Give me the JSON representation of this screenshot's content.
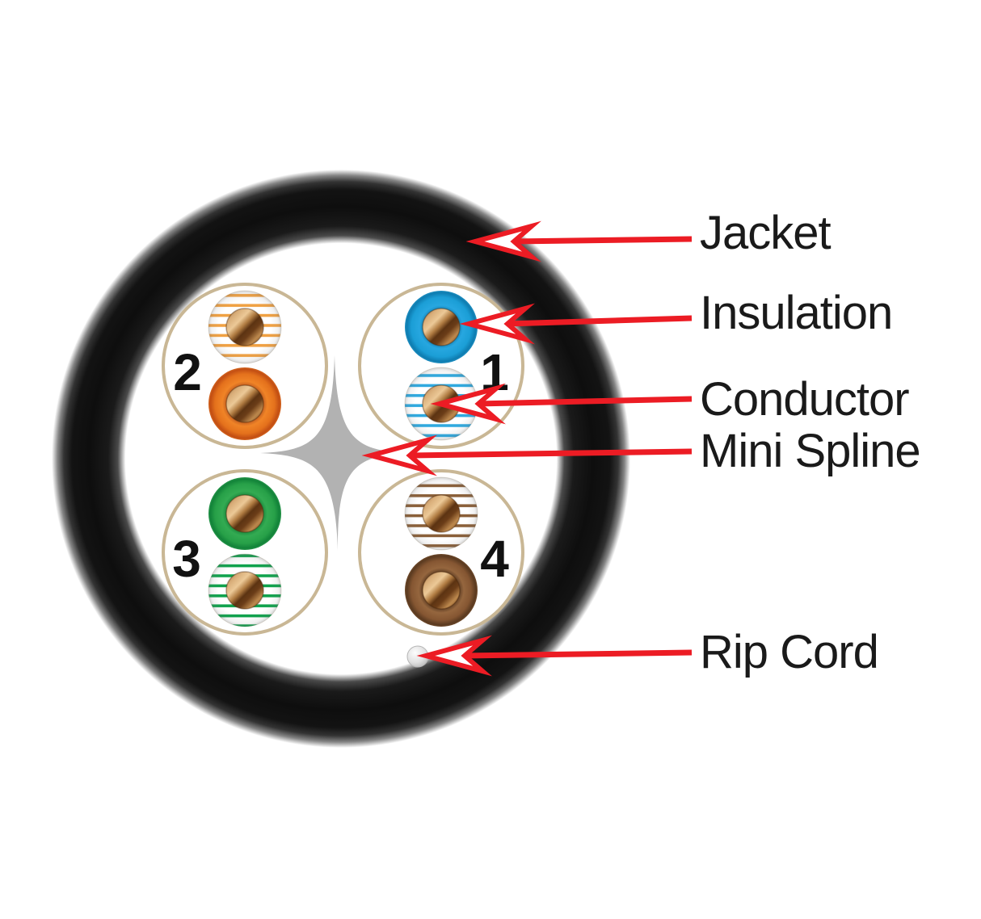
{
  "labels": {
    "jacket": "Jacket",
    "insulation": "Insulation",
    "conductor": "Conductor",
    "mini_spline": "Mini Spline",
    "rip_cord": "Rip Cord"
  },
  "pairs": [
    {
      "number": "1",
      "solid_wire": "blue",
      "striped_wire": "white-blue",
      "position": "top-right"
    },
    {
      "number": "2",
      "solid_wire": "orange",
      "striped_wire": "white-orange",
      "position": "top-left"
    },
    {
      "number": "3",
      "solid_wire": "green",
      "striped_wire": "white-green",
      "position": "bottom-left"
    },
    {
      "number": "4",
      "solid_wire": "brown",
      "striped_wire": "white-brown",
      "position": "bottom-right"
    }
  ],
  "colors": {
    "arrow_red": "#ec1c24",
    "jacket_black": "#141414",
    "spline_gray": "#b2b2b2",
    "pair_outline_tan": "#c9b795",
    "blue": "#1ea2dc",
    "orange": "#e97a20",
    "green": "#2aa64d",
    "brown": "#8a5c38",
    "stripe_blue": "#2fa9df",
    "stripe_orange": "#f0a143",
    "stripe_green": "#0fa24c",
    "stripe_brown": "#8a5f38",
    "copper": "#b77a42",
    "rip_cord_white": "#e8e8e8",
    "label_text": "#1a1a1a"
  }
}
